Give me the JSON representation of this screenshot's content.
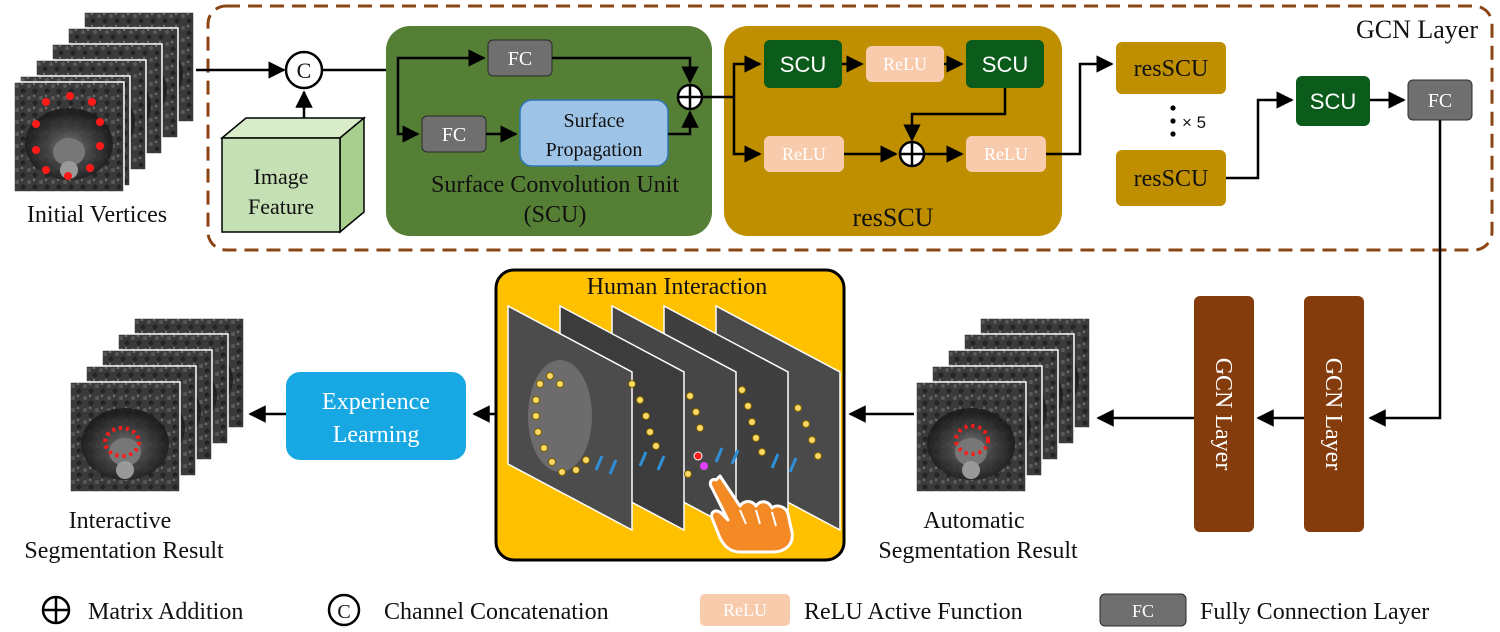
{
  "gcn_layer": {
    "title": "GCN Layer",
    "initial_vertices_label": "Initial Vertices",
    "concat_symbol": "C",
    "image_feature_line1": "Image",
    "image_feature_line2": "Feature",
    "scu_block": {
      "fc_top": "FC",
      "fc_bottom": "FC",
      "surface_prop_line1": "Surface",
      "surface_prop_line2": "Propagation",
      "caption_line1": "Surface Convolution Unit",
      "caption_line2": "(SCU)"
    },
    "resscu_block": {
      "scu_1": "SCU",
      "relu_top": "ReLU",
      "scu_2": "SCU",
      "relu_bottom_left": "ReLU",
      "relu_bottom_right": "ReLU",
      "caption": "resSCU"
    },
    "resscu_top": "resSCU",
    "repeat_label": "× 5",
    "resscu_bottom": "resSCU",
    "final_scu": "SCU",
    "final_fc": "FC"
  },
  "pipeline": {
    "gcn_layer_1": "GCN Layer",
    "gcn_layer_2": "GCN Layer",
    "automatic_label_line1": "Automatic",
    "automatic_label_line2": "Segmentation Result",
    "human_interaction_title": "Human Interaction",
    "experience_line1": "Experience",
    "experience_line2": "Learning",
    "interactive_label_line1": "Interactive",
    "interactive_label_line2": "Segmentation Result"
  },
  "legend": {
    "matrix_addition": "Matrix Addition",
    "channel_concat_symbol": "C",
    "channel_concat": "Channel Concatenation",
    "relu_sample": "ReLU",
    "relu_desc": "ReLU Active Function",
    "fc_sample": "FC",
    "fc_desc": "Fully Connection Layer"
  },
  "colors": {
    "scu_panel": "#557f35",
    "resscu_panel": "#bf8f00",
    "dark_green": "#0b5b1b",
    "relu": "#f8cbad",
    "fc_gray": "#6f6f6f",
    "surface_blue": "#9dc3e6",
    "image_feature": "#c5e0b4",
    "gcn_brown": "#843c0c",
    "human_yellow": "#ffc000",
    "experience_blue": "#17a8e3",
    "dash_border": "#8b4513",
    "red_dot": "#ff0000"
  }
}
